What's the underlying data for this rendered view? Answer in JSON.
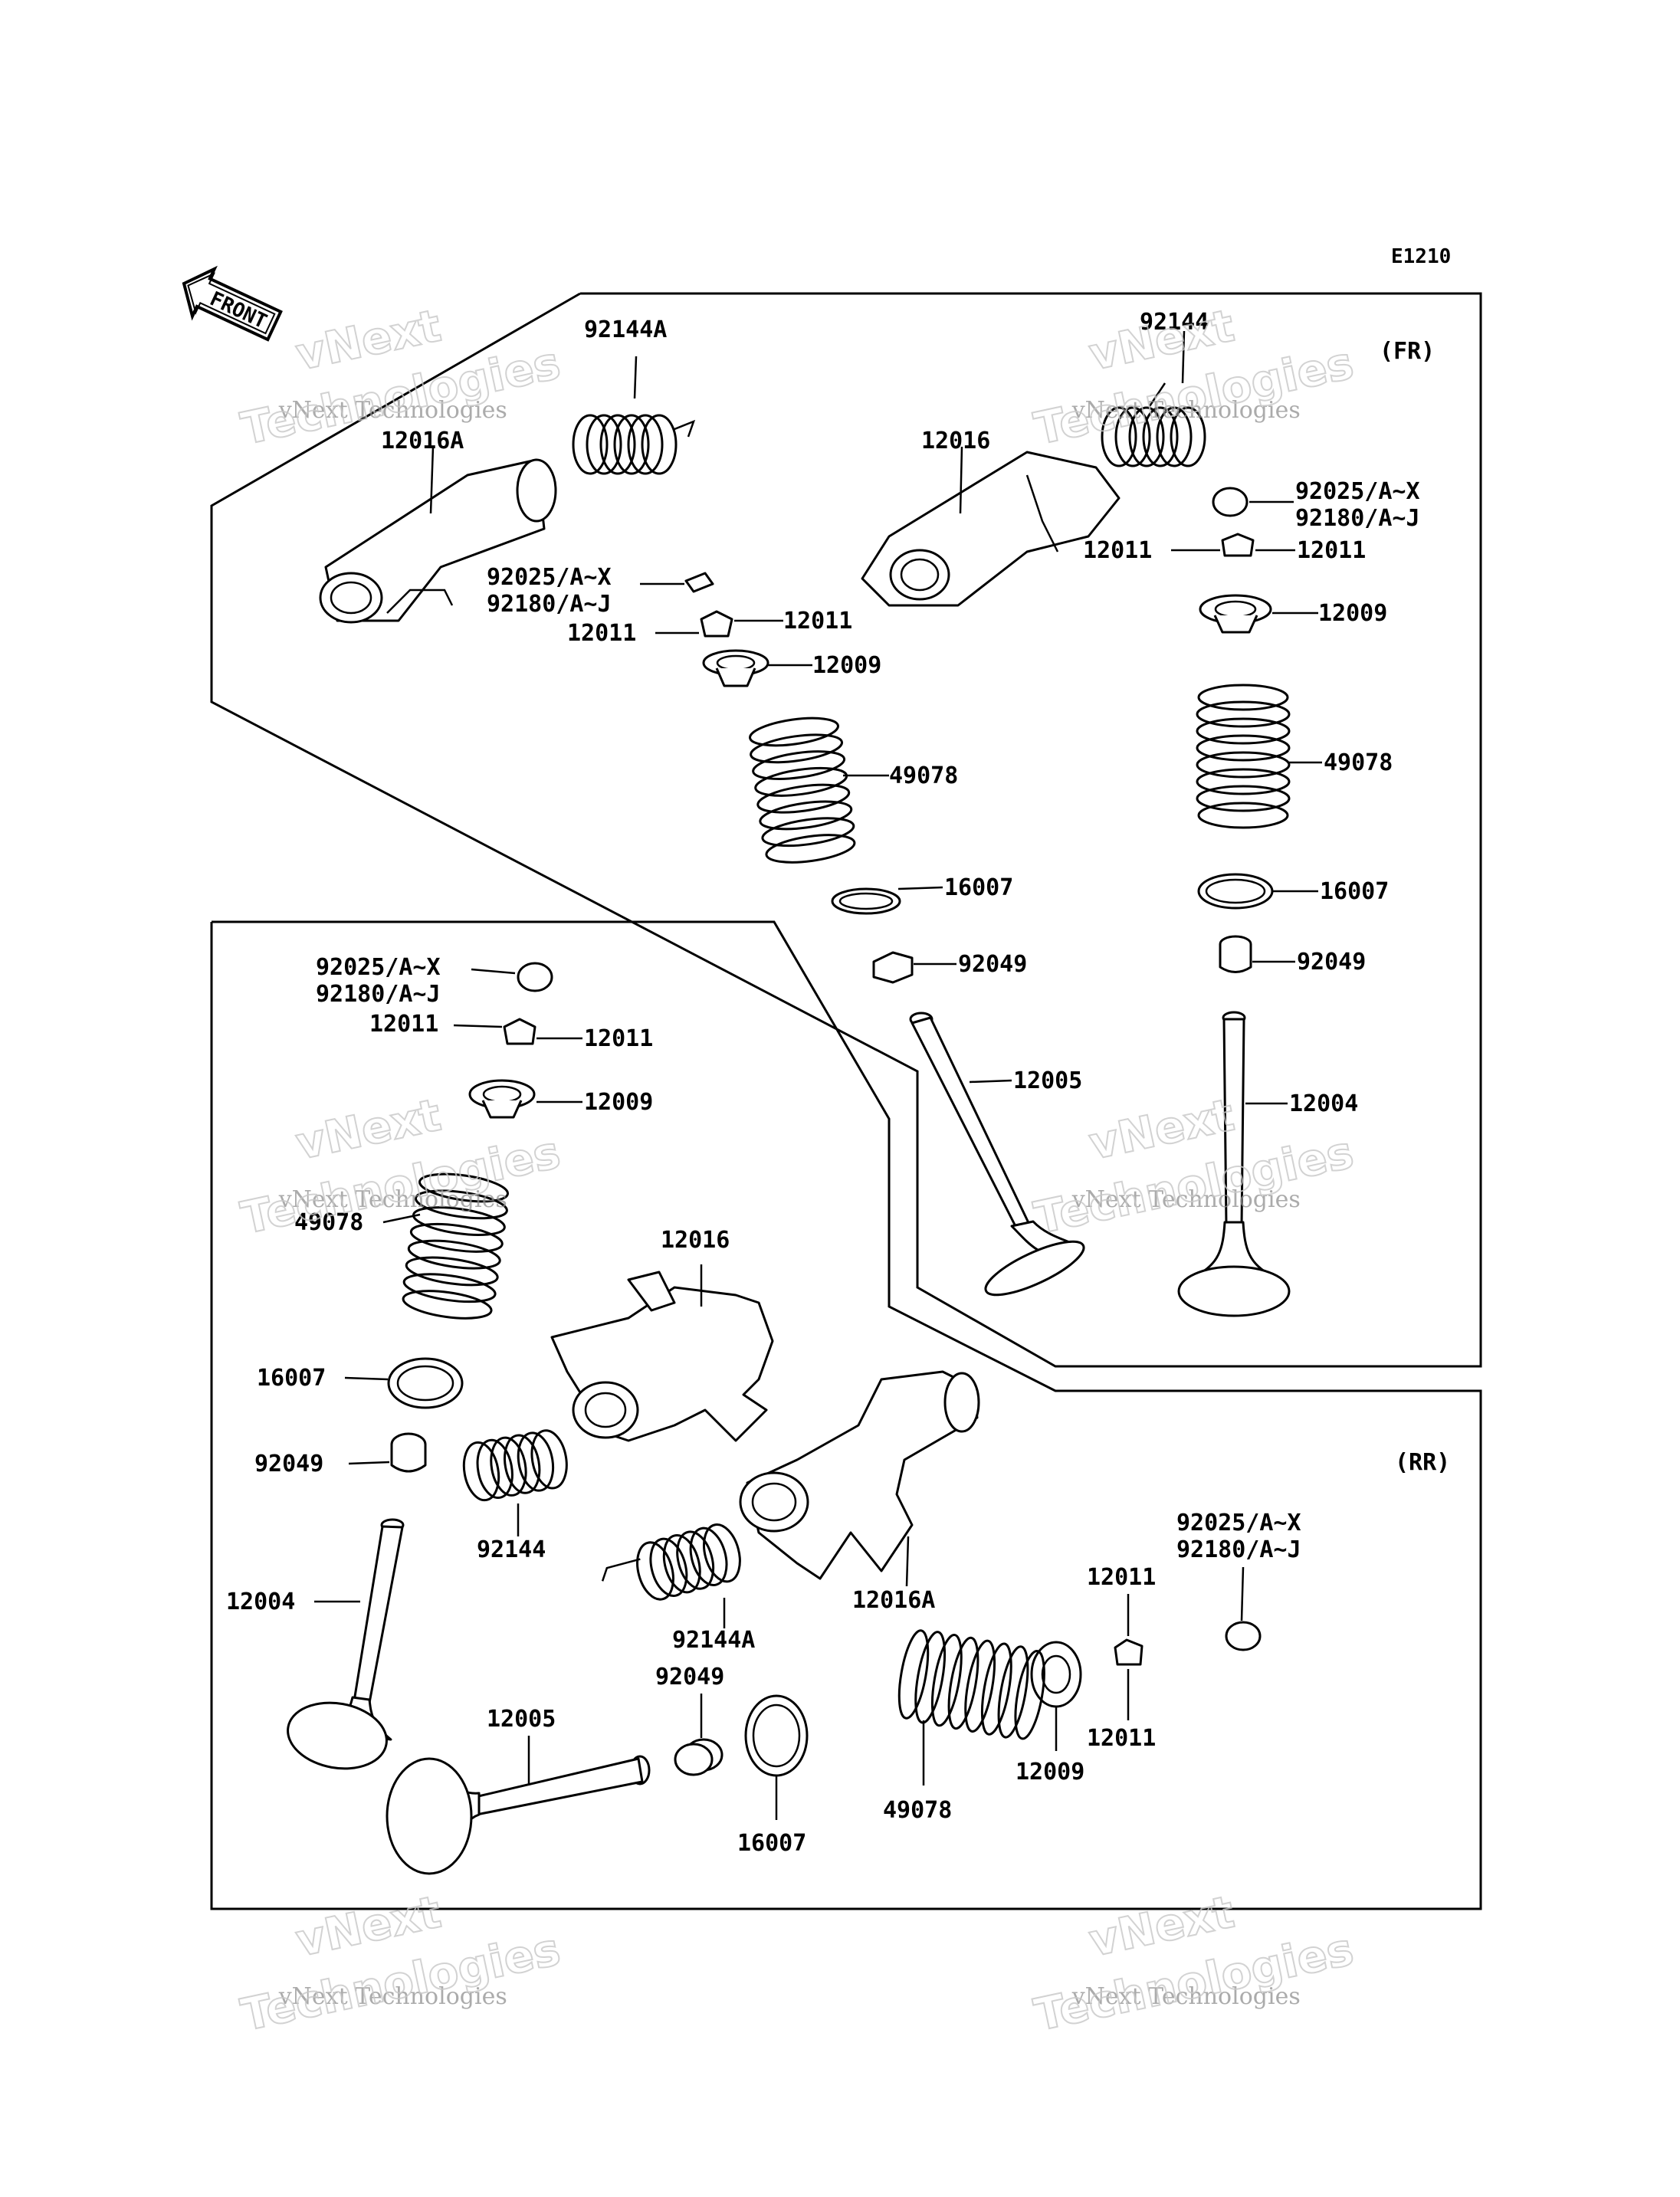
{
  "diagram_code": "E1210",
  "front_label": "FRONT",
  "section_fr": "(FR)",
  "section_rr": "(RR)",
  "watermark": {
    "line1": "vNext Technologies",
    "line2": "vNext",
    "line3": "Technologies"
  },
  "labels": {
    "fr_92144A": "92144A",
    "fr_12016A": "12016A",
    "fr_92144": "92144",
    "fr_12016": "12016",
    "fr_a_92025": "92025/A~X",
    "fr_a_92180": "92180/A~J",
    "fr_a_12011_r": "12011",
    "fr_a_12011_l": "12011",
    "fr_a_12009": "12009",
    "fr_a_49078": "49078",
    "fr_a_16007": "16007",
    "fr_a_92049": "92049",
    "fr_a_12005": "12005",
    "fr_b_92025": "92025/A~X",
    "fr_b_92180": "92180/A~J",
    "fr_b_12011_l": "12011",
    "fr_b_12011_r": "12011",
    "fr_b_12009": "12009",
    "fr_b_49078": "49078",
    "fr_b_16007": "16007",
    "fr_b_92049": "92049",
    "fr_b_12004": "12004",
    "rr_92025": "92025/A~X",
    "rr_92180": "92180/A~J",
    "rr_12011_l": "12011",
    "rr_12011_r": "12011",
    "rr_12009": "12009",
    "rr_49078": "49078",
    "rr_12016": "12016",
    "rr_16007": "16007",
    "rr_92049": "92049",
    "rr_92144": "92144",
    "rr_12004": "12004",
    "rr_92144A": "92144A",
    "rr_12016A": "12016A",
    "rr_b_92025": "92025/A~X",
    "rr_b_92180": "92180/A~J",
    "rr_b_12011_t": "12011",
    "rr_b_12011_b": "12011",
    "rr_b_12009": "12009",
    "rr_b_49078": "49078",
    "rr_b_92049": "92049",
    "rr_b_16007": "16007",
    "rr_b_12005": "12005"
  }
}
